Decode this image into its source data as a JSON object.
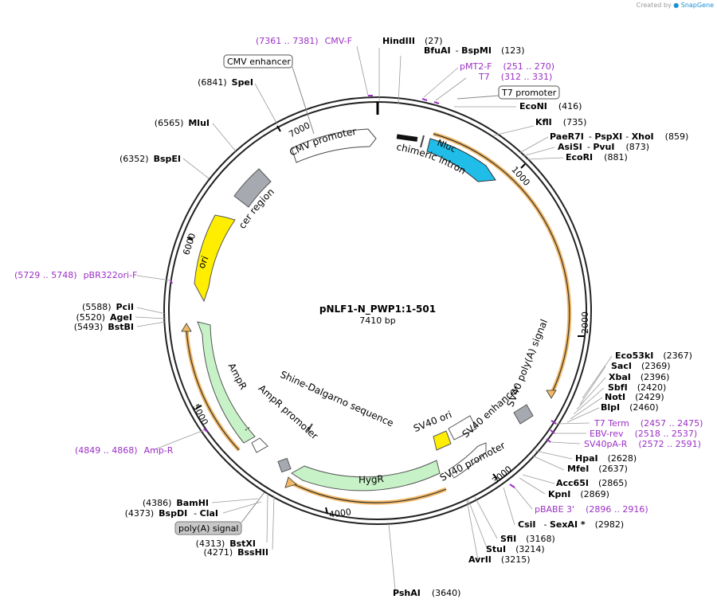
{
  "credit": {
    "prefix": "Created by",
    "brand": "SnapGene"
  },
  "plasmid": {
    "name": "pNLF1-N_PWP1:1-501",
    "size": "7410 bp"
  },
  "colors": {
    "primer": "#9b30c6",
    "nluc": "#1fbde8",
    "ori": "#ffee00",
    "green": "#c7f2c7",
    "grey": "#a6aab0",
    "orf_outline": "#f2b866"
  },
  "ticks": [
    "1000",
    "2000",
    "3000",
    "4000",
    "5000",
    "6000",
    "7000"
  ],
  "sites": [
    {
      "name": "HindIII",
      "pos": "(27)"
    },
    {
      "name": "BfuAI",
      "name2": "BspMI",
      "pos": "(123)"
    },
    {
      "name": "EcoNI",
      "pos": "(416)"
    },
    {
      "name": "KflI",
      "pos": "(735)"
    },
    {
      "name": "PaeR7I",
      "name2": "PspXI",
      "name3": "XhoI",
      "pos": "(859)"
    },
    {
      "name": "AsiSI",
      "name2": "PvuI",
      "pos": "(873)"
    },
    {
      "name": "EcoRI",
      "pos": "(881)"
    },
    {
      "name": "Eco53kI",
      "pos": "(2367)"
    },
    {
      "name": "SacI",
      "pos": "(2369)"
    },
    {
      "name": "XbaI",
      "pos": "(2396)"
    },
    {
      "name": "SbfI",
      "pos": "(2420)"
    },
    {
      "name": "NotI",
      "pos": "(2429)"
    },
    {
      "name": "BlpI",
      "pos": "(2460)"
    },
    {
      "name": "HpaI",
      "pos": "(2628)"
    },
    {
      "name": "MfeI",
      "pos": "(2637)"
    },
    {
      "name": "Acc65I",
      "pos": "(2865)"
    },
    {
      "name": "KpnI",
      "pos": "(2869)"
    },
    {
      "name": "CsiI",
      "name2": "SexAI *",
      "pos": "(2982)"
    },
    {
      "name": "SfiI",
      "pos": "(3168)"
    },
    {
      "name": "StuI",
      "pos": "(3214)"
    },
    {
      "name": "AvrII",
      "pos": "(3215)"
    },
    {
      "name": "PshAI",
      "pos": "(3640)"
    },
    {
      "name": "BssHII",
      "pos": "(4271)"
    },
    {
      "name": "BstXI",
      "pos": "(4313)"
    },
    {
      "name": "BspDI",
      "name2": "ClaI",
      "pos": "(4373)"
    },
    {
      "name": "BamHI",
      "pos": "(4386)"
    },
    {
      "name": "BstBI",
      "pos": "(5493)"
    },
    {
      "name": "AgeI",
      "pos": "(5520)"
    },
    {
      "name": "PciI",
      "pos": "(5588)"
    },
    {
      "name": "BspEI",
      "pos": "(6352)"
    },
    {
      "name": "MluI",
      "pos": "(6565)"
    },
    {
      "name": "SpeI",
      "pos": "(6841)"
    }
  ],
  "primers": [
    {
      "range": "(7361 .. 7381)",
      "name": "CMV-F"
    },
    {
      "name": "pMT2-F",
      "range": "(251 .. 270)"
    },
    {
      "name": "T7",
      "range": "(312 .. 331)"
    },
    {
      "name": "T7 Term",
      "range": "(2457 .. 2475)"
    },
    {
      "name": "EBV-rev",
      "range": "(2518 .. 2537)"
    },
    {
      "name": "SV40pA-R",
      "range": "(2572 .. 2591)"
    },
    {
      "name": "pBABE 3'",
      "range": "(2896 .. 2916)"
    },
    {
      "range": "(4849 .. 4868)",
      "name": "Amp-R"
    },
    {
      "range": "(5729 .. 5748)",
      "name": "pBR322ori-F"
    }
  ],
  "boxed_features": {
    "cmv_enhancer": "CMV enhancer",
    "t7_promoter": "T7 promoter",
    "polya_signal": "poly(A) signal"
  },
  "features": {
    "cmv_promoter": "CMV promoter",
    "chimeric_intron": "chimeric intron",
    "nluc": "Nluc",
    "sv40_polya": "SV40 poly(A) signal",
    "sv40_ori": "SV40 ori",
    "sv40_enhancer": "SV40 enhancer",
    "sv40_promoter": "SV40 promoter",
    "hygr": "HygR",
    "shine_dalgarno": "Shine-Dalgarno sequence",
    "ampr_promoter": "AmpR promoter",
    "ampr": "AmpR",
    "ori": "ori",
    "cer_region": "cer region"
  }
}
